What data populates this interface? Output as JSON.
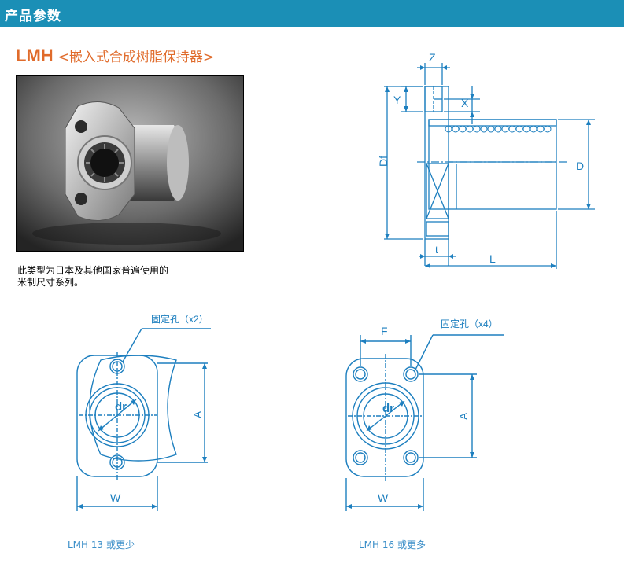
{
  "header": {
    "title": "产品参数"
  },
  "product": {
    "model": "LMH",
    "subtitle": "<嵌入式合成树脂保持器>"
  },
  "description": {
    "line1": "此类型为日本及其他国家普遍使用的",
    "line2": "米制尺寸系列。"
  },
  "side_view": {
    "labels": {
      "z": "Z",
      "y": "Y",
      "x": "X",
      "df": "Df",
      "d": "D",
      "t": "t",
      "l": "L"
    }
  },
  "front_view_small": {
    "hole_label": "固定孔（x2）",
    "dr_label": "dr",
    "a_label": "A",
    "w_label": "W",
    "caption": "LMH  13  或更少"
  },
  "front_view_large": {
    "hole_label": "固定孔（x4）",
    "f_label": "F",
    "dr_label": "dr",
    "a_label": "A",
    "w_label": "W",
    "caption": "LMH  16  或更多"
  },
  "colors": {
    "header_bg": "#1b8fb6",
    "title_orange": "#e06b2b",
    "drawing_blue": "#1d7fbf"
  }
}
